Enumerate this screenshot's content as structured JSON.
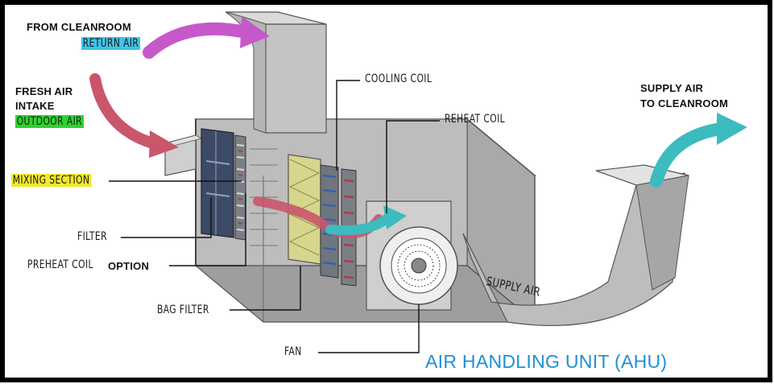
{
  "title": "AIR HANDLING UNIT (AHU)",
  "labels": {
    "from_cleanroom": "FROM CLEANROOM",
    "return_air": "RETURN AIR",
    "fresh_air": "FRESH AIR",
    "intake": "INTAKE",
    "outdoor_air": "OUTDOOR AIR",
    "mixing_section": "MIXING SECTION",
    "filter": "FILTER",
    "preheat_coil": "PREHEAT COIL",
    "option": "OPTION",
    "bag_filter": "BAG FILTER",
    "fan": "FAN",
    "cooling_coil": "COOLING COIL",
    "reheat_coil": "REHEAT COIL",
    "supply_air_to": "SUPPLY AIR",
    "to_cleanroom": "TO CLEANROOM",
    "supply_air_duct": "SUPPLY AIR"
  },
  "colors": {
    "return_air_highlight": "#3fc3ea",
    "outdoor_air_highlight": "#2fd32f",
    "mixing_highlight": "#f2e82a",
    "return_arrow": "#c659c9",
    "fresh_arrow": "#c9566a",
    "supply_arrow": "#3cbcbf",
    "title": "#1f8fd6"
  }
}
